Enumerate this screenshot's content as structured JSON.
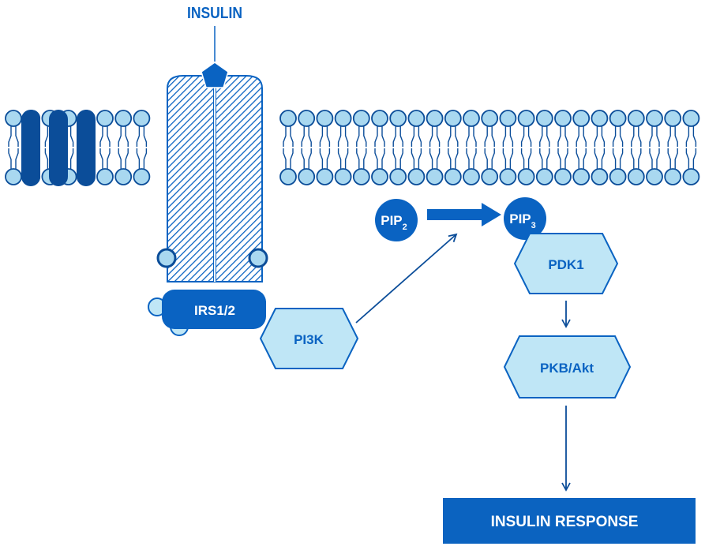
{
  "colors": {
    "primary": "#0a63c2",
    "dark": "#0b4d99",
    "light_fill": "#bfe6f6",
    "bead_fill": "#a9d8f0",
    "response_bg": "#0b63c0",
    "white": "#ffffff"
  },
  "labels": {
    "insulin": "INSULIN",
    "irs": "IRS1/2",
    "pi3k": "PI3K",
    "pip2_main": "PIP",
    "pip2_sub": "2",
    "pip3_main": "PIP",
    "pip3_sub": "3",
    "pdk1": "PDK1",
    "pkb": "PKB/Akt",
    "response": "INSULIN RESPONSE"
  },
  "icons": {
    "insulin_ligand": "pentagon-icon",
    "phosphate": "circle-icon"
  }
}
